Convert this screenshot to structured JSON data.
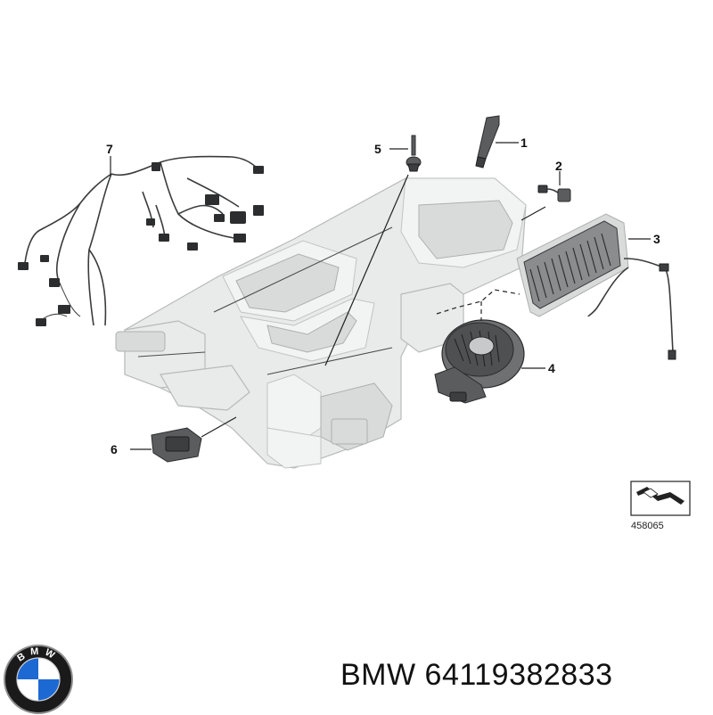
{
  "diagram": {
    "callouts": [
      {
        "id": "1",
        "label": "1"
      },
      {
        "id": "2",
        "label": "2"
      },
      {
        "id": "3",
        "label": "3"
      },
      {
        "id": "4",
        "label": "4"
      },
      {
        "id": "5",
        "label": "5"
      },
      {
        "id": "6",
        "label": "6"
      },
      {
        "id": "7",
        "label": "7"
      }
    ],
    "catalog_number": "458065"
  },
  "caption": {
    "brand": "BMW",
    "part_number": "64119382833",
    "text": "BMW 64119382833"
  },
  "logo": {
    "icon": "bmw-roundel-icon",
    "letters": "BMW",
    "colors": {
      "ring": "#1a1a1a",
      "blue": "#1c69d4",
      "white": "#ffffff"
    }
  }
}
